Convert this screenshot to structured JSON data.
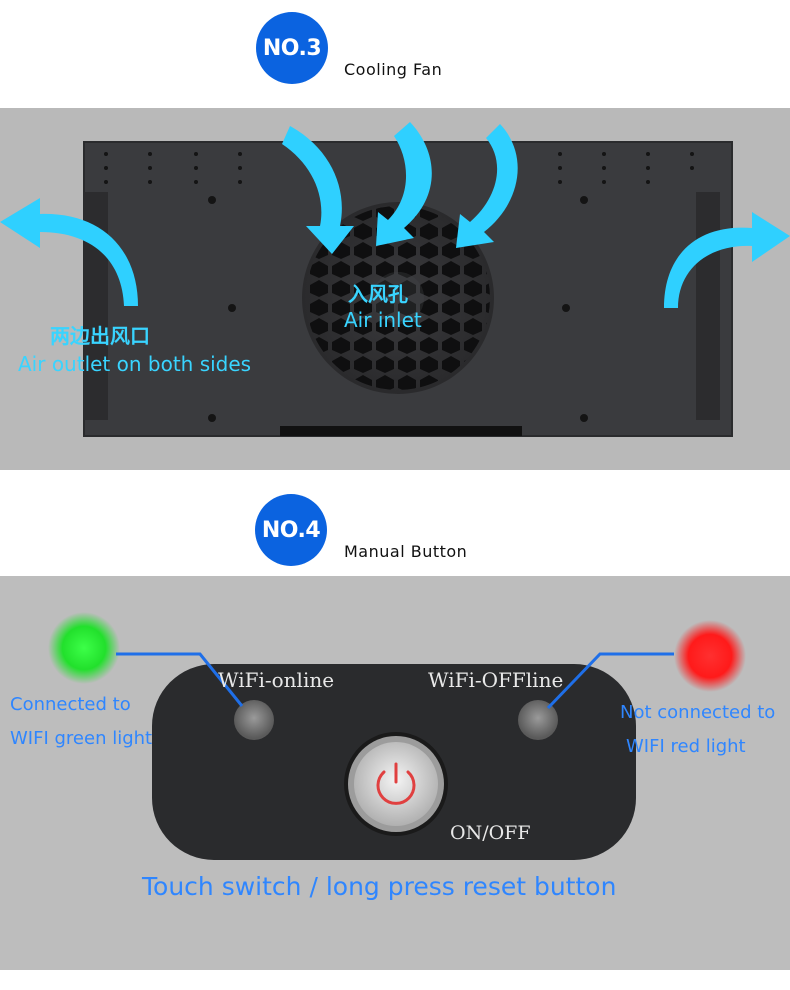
{
  "section3": {
    "badge": "NO.3",
    "title": "Cooling Fan",
    "inlet_cn": "入风孔",
    "inlet_en": "Air inlet",
    "outlet_cn": "两边出风口",
    "outlet_en": "Air outlet on both sides"
  },
  "section4": {
    "badge": "NO.4",
    "title": "Manual Button",
    "wifi_online": "WiFi-online",
    "wifi_offline": "WiFi-OFFline",
    "onoff": "ON/OFF",
    "green_caption_1": "Connected to",
    "green_caption_2": "WIFI green light",
    "red_caption_1": "Not connected to",
    "red_caption_2": "WIFI red light",
    "bottom_caption": "Touch switch / long press reset button"
  },
  "colors": {
    "badge": "#0b63e0",
    "cyan": "#39d4ff",
    "blue_text": "#2f86ff",
    "green_led": "#22e02c",
    "red_led": "#ff1a1a",
    "panel_gray": "#b9b9b9",
    "device_dark": "#2a2b2d"
  },
  "icons": {
    "arrows": "curved-arrow-icon",
    "power": "power-icon"
  }
}
